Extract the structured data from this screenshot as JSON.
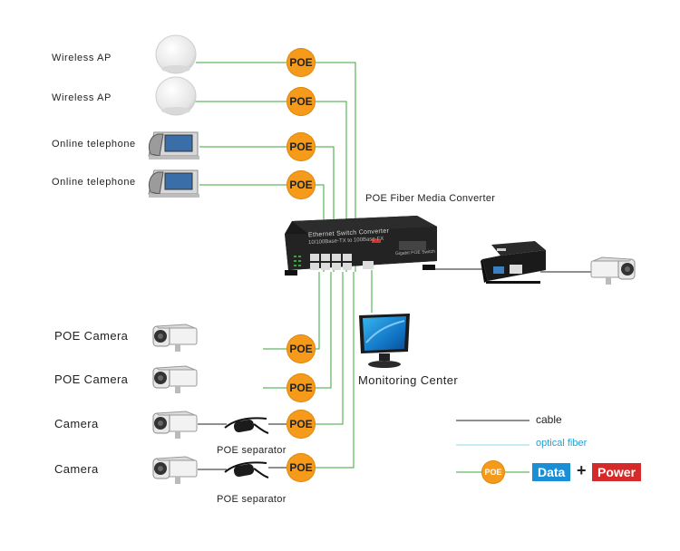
{
  "devices": {
    "wireless_ap_1": "Wireless AP",
    "wireless_ap_2": "Wireless AP",
    "online_telephone_1": "Online telephone",
    "online_telephone_2": "Online telephone",
    "poe_camera_1": "POE Camera",
    "poe_camera_2": "POE Camera",
    "camera_1": "Camera",
    "camera_2": "Camera",
    "poe_separator_1": "POE separator",
    "poe_separator_2": "POE separator",
    "poe_fiber_media_converter": "POE Fiber Media Converter",
    "monitoring_center": "Monitoring Center",
    "switch_panel_text_1": "Ethernet Switch Converter",
    "switch_panel_text_2": "10/100Base-TX to 100Base-FX",
    "switch_right_label": "Gigabit POE Switch"
  },
  "poe_badge": "POE",
  "legend": {
    "cable": "cable",
    "optical_fiber": "optical fiber",
    "data": "Data",
    "plus": "+",
    "power": "Power"
  },
  "colors": {
    "poe_orange": "#f59a1b",
    "green_line": "#3aa63a",
    "cable_line": "#222222",
    "fiber_line": "#8fd8e6",
    "data_blue": "#1a8fd6",
    "power_red": "#d42a2a",
    "fiber_text": "#2a9fd0"
  }
}
